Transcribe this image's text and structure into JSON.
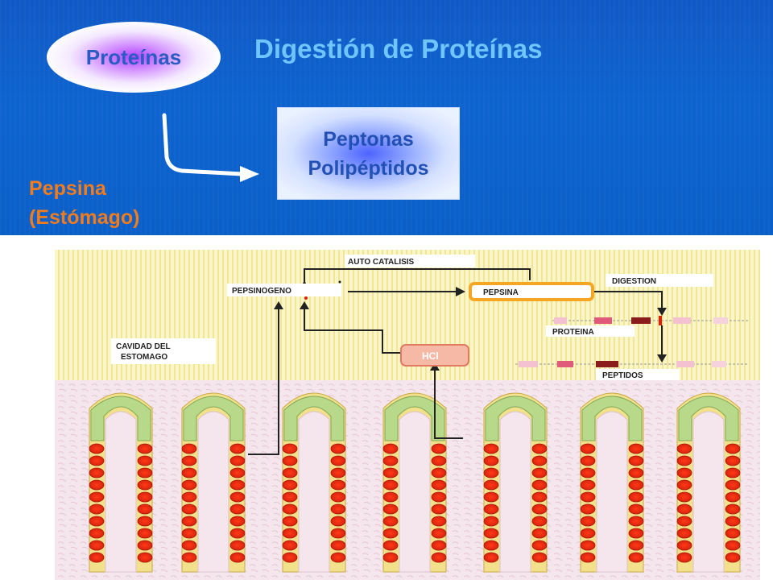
{
  "slide": {
    "title": "Digestión de Proteínas",
    "source_label": "Proteínas",
    "products": [
      "Peptonas",
      "Polipéptidos"
    ],
    "enzyme_line1": "Pepsina",
    "enzyme_line2": "(Estómago)"
  },
  "diagram": {
    "auto_catalisis": "AUTO CATALISIS",
    "pepsinogeno": "PEPSINOGENO",
    "pepsina": "PEPSINA",
    "digestion": "DIGESTION",
    "proteina": "PROTEINA",
    "hcl": "HCl",
    "peptidos": "PEPTIDOS",
    "cavidad_line1": "CAVIDAD DEL",
    "cavidad_line2": "ESTOMAGO"
  },
  "colors": {
    "background_blue": "#0e64cf",
    "title": "#6fc6ff",
    "enzyme_text": "#f07c1e",
    "label_text": "#2a5cc4"
  }
}
